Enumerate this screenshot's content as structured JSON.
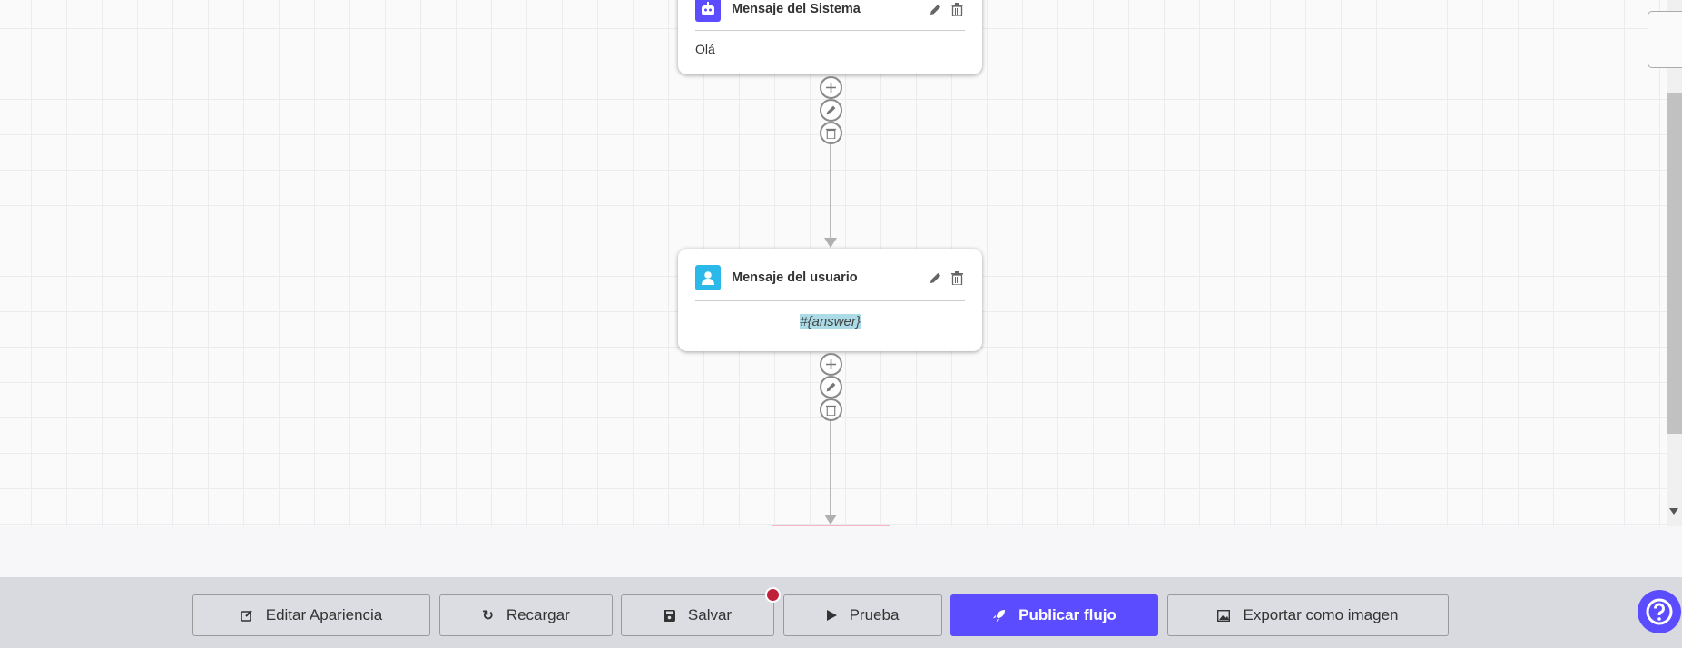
{
  "nodes": [
    {
      "title": "Mensaje del Sistema",
      "icon": "robot-icon",
      "color": "#5b4dff",
      "content": "Olá"
    },
    {
      "title": "Mensaje del usuario",
      "icon": "user-icon",
      "color": "#2bb9ea",
      "content": "#{answer}"
    }
  ],
  "toolbar": {
    "edit_appearance": "Editar Apariencia",
    "reload": "Recargar",
    "save": "Salvar",
    "test": "Prueba",
    "publish": "Publicar flujo",
    "export": "Exportar como imagen",
    "unsaved_dot_color": "#c0203a",
    "accent": "#5b4dff"
  }
}
